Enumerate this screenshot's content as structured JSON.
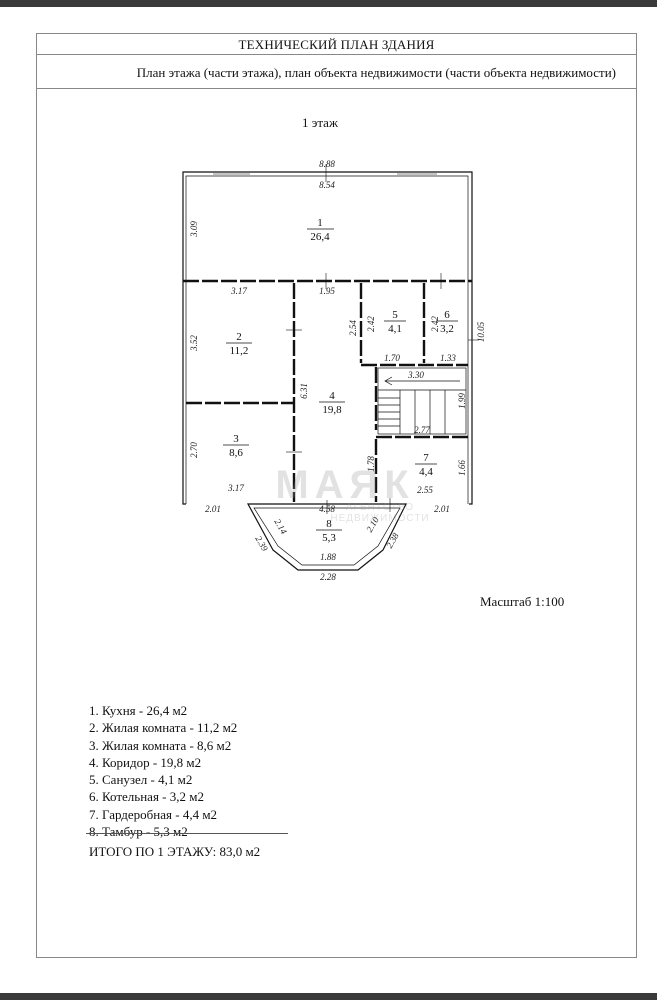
{
  "header": {
    "title": "ТЕХНИЧЕСКИЙ ПЛАН ЗДАНИЯ",
    "subtitle": "План этажа (части этажа), план объекта недвижимости (части объекта недвижимости)"
  },
  "floor_label": "1 этаж",
  "scale": "Масштаб 1:100",
  "watermark": {
    "brand": "МАЯК",
    "tagline": "АГЕНТСТВО НЕДВИЖИМОСТИ"
  },
  "rooms": [
    {
      "num": "1",
      "area": "26,4"
    },
    {
      "num": "2",
      "area": "11,2"
    },
    {
      "num": "3",
      "area": "8,6"
    },
    {
      "num": "4",
      "area": "19,8"
    },
    {
      "num": "5",
      "area": "4,1"
    },
    {
      "num": "6",
      "area": "3,2"
    },
    {
      "num": "7",
      "area": "4,4"
    },
    {
      "num": "8",
      "area": "5,3"
    }
  ],
  "dimensions": {
    "top_outer": "8.88",
    "top_inner": "8.54",
    "right_total": "10.05",
    "r1_height": "3.09",
    "r2_width": "3.17",
    "r2_height": "3.52",
    "r3_height": "2.70",
    "r3_width": "3.17",
    "corridor_width": "1.95",
    "corridor_height": "6.31",
    "r5_height": "2.54",
    "r5_inner": "2.42",
    "r5_width": "1.70",
    "r6_height": "2.42",
    "r6_width": "1.33",
    "stair_width": "3.30",
    "stair_right": "1.99",
    "r7_width": "2.77",
    "r7_height": "1.66",
    "r7_left": "1.78",
    "r7_bottom": "2.55",
    "left_wing": "2.01",
    "right_wing": "2.01",
    "vest_top": "4.58",
    "vest_left_inner": "2.14",
    "vest_left_outer": "2.39",
    "vest_right_inner": "2.10",
    "vest_right_outer": "2.38",
    "vest_bottom_inner": "1.88",
    "vest_bottom_outer": "2.28"
  },
  "legend": [
    "1. Кухня - 26,4 м2",
    "2. Жилая комната - 11,2 м2",
    "3. Жилая комната - 8,6 м2",
    "4. Коридор - 19,8 м2",
    "5. Санузел - 4,1 м2",
    "6. Котельная - 3,2 м2",
    "7. Гардеробная - 4,4 м2",
    "8. Тамбур - 5,3 м2"
  ],
  "total": "ИТОГО ПО 1 ЭТАЖУ: 83,0 м2"
}
